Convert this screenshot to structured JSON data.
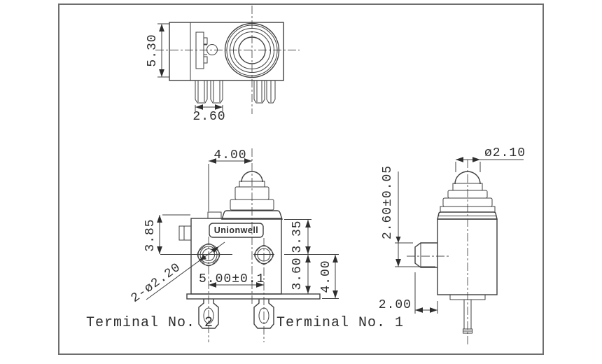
{
  "drawing": {
    "brand_logo": "Unionwell",
    "top_view": {
      "dims": {
        "body_height": "5.30",
        "terminal_width": "2.60"
      }
    },
    "front_view": {
      "dims": {
        "plunger_offset": "4.00",
        "left_height": "3.85",
        "right_upper": "3.35",
        "right_lower": "3.60",
        "right_total": "4.00",
        "terminal_pitch": "5.00±0.1",
        "rivet_diameter": "2-ø2.20"
      }
    },
    "side_view": {
      "dims": {
        "plunger_diameter": "ø2.10",
        "side_button_height": "2.60±0.05",
        "side_button_depth": "2.00"
      }
    },
    "labels": {
      "terminal_2": "Terminal No. 2",
      "terminal_1": "Terminal No. 1"
    },
    "colors": {
      "line": "#3f3f3f",
      "text": "#2e2e2e",
      "frame": "#6e6e6e",
      "background": "#ffffff"
    }
  }
}
